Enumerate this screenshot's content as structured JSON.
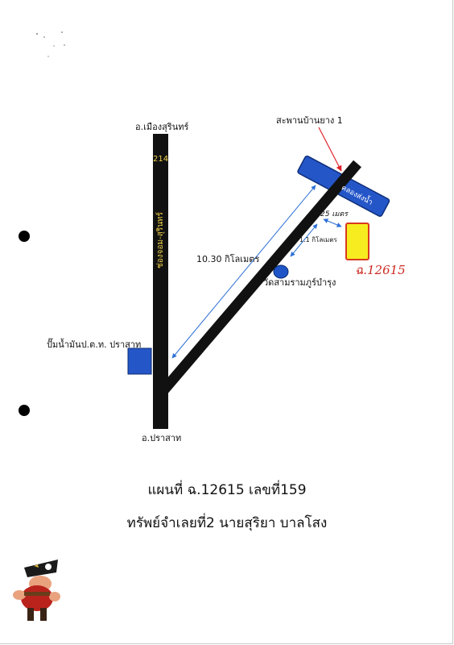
{
  "labels": {
    "north_town": "อ.เมืองสุรินทร์",
    "south_town": "อ.ปราสาท",
    "route_number": "214",
    "road_name": "ช่องจอม-สุรินทร์",
    "fuel_station": "ปั๊มน้ำมันป.ต.ท. ปราสาท",
    "bridge": "สะพานบ้านยาง 1",
    "river": "คลองส่งน้ำ",
    "distance_long": "10.30 กิโลเมตร",
    "distance_short": "1.1 กิโลเมตร",
    "distance_meters": "25 เมตร",
    "temple": "วัดสามรามภูร์บำรุง",
    "parcel": "ฉ.12615"
  },
  "footer": {
    "line1": "แผนที่ ฉ.12615  เลขที่159",
    "line2": "ทรัพย์จำเลยที่2 นายสุริยา  บาลโสง"
  },
  "colors": {
    "road": "#111111",
    "route_label": "#f0d24a",
    "river": "#2456c8",
    "fuel_station": "#2456c8",
    "temple": "#1f55c6",
    "parcel_fill": "#f7ec1f",
    "parcel_border": "#d83a1e",
    "parcel_text": "#cc2a22",
    "arrow": "#2c6fd6",
    "pointer": "#e0232b"
  },
  "icons": [
    "pirate-mascot-icon",
    "binder-hole-icon",
    "bridge-pointer-arrow-icon"
  ]
}
